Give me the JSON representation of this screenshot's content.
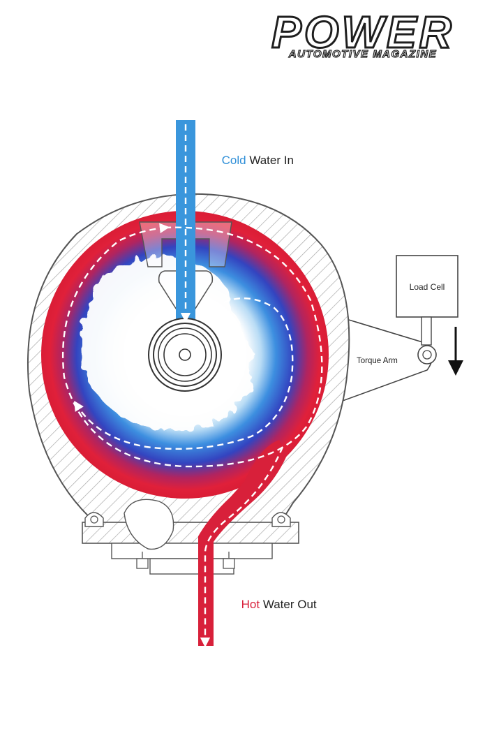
{
  "logo": {
    "word": "POWER",
    "tagline": "AUTOMOTIVE MAGAZINE"
  },
  "labels": {
    "cold_prefix": "Cold",
    "cold_suffix": " Water In",
    "hot_prefix": "Hot",
    "hot_suffix": " Water Out",
    "load_cell": "Load Cell",
    "torque_arm": "Torque Arm"
  },
  "colors": {
    "cold": "#2f8fd8",
    "hot": "#d8203a",
    "housing_stroke": "#555555",
    "hatch": "#9a9a9a",
    "logo_fill": "#ffffff",
    "logo_stroke": "#222222"
  }
}
